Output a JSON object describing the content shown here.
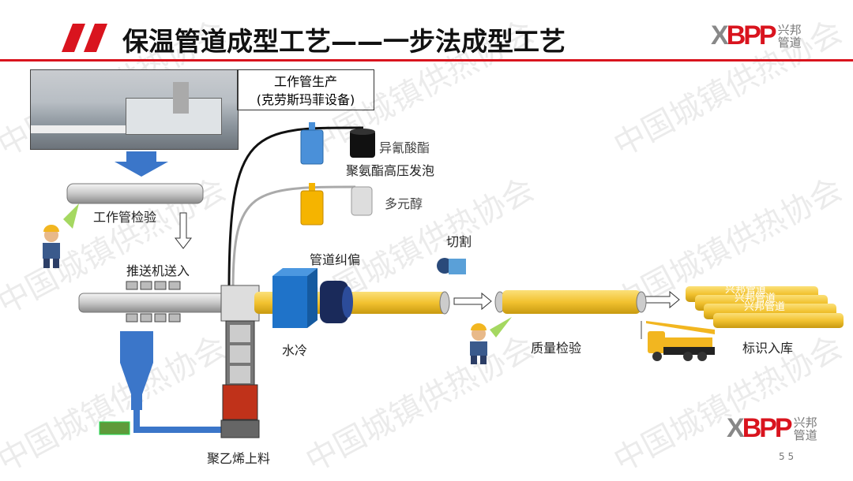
{
  "header": {
    "title": "保温管道成型工艺——一步法成型工艺",
    "logo_mark": "XBPP",
    "logo_name": "兴邦管道"
  },
  "watermark": "中国城镇供热协会",
  "diagram": {
    "work_pipe_production": "工作管生产",
    "work_pipe_equipment": "(克劳斯玛菲设备)",
    "work_pipe_inspection": "工作管检验",
    "pusher_feed": "推送机送入",
    "isocyanate": "异氰酸酯",
    "pu_foaming": "聚氨酯高压发泡",
    "polyol": "多元醇",
    "pipe_correction": "管道纠偏",
    "cutting": "切割",
    "water_cooling": "水冷",
    "pe_feeding": "聚乙烯上料",
    "quality_inspection": "质量检验",
    "marking_storage": "标识入库",
    "pipe_marking": "兴邦管道"
  },
  "footer": {
    "page_number": "5 5"
  },
  "colors": {
    "accent_red": "#d9141e",
    "pipe_yellow": "#f2c230",
    "machine_blue": "#1f73c9"
  }
}
